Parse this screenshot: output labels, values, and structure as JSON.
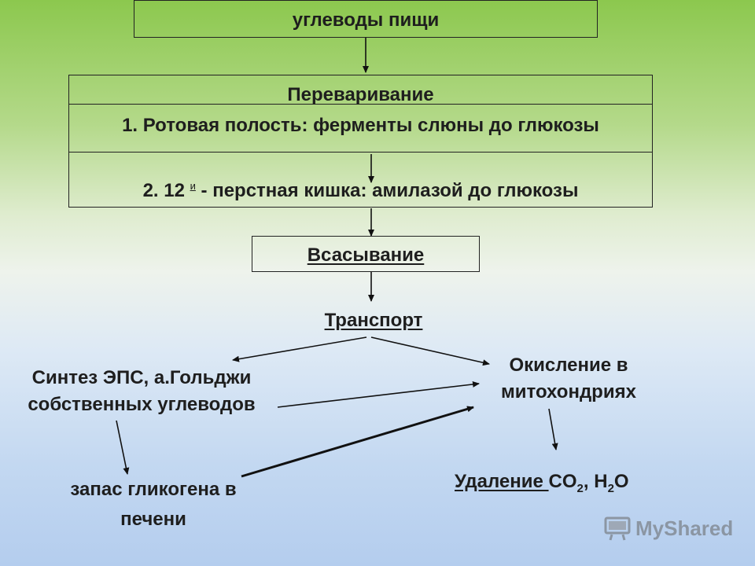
{
  "nodes": {
    "carbs": "углеводы пищи",
    "digestion_title": "Переваривание",
    "digestion_step1": "1. Ротовая полость: ферменты слюны до глюкозы",
    "digestion_step2_prefix": "2. 12 ",
    "digestion_step2_sup": "и",
    "digestion_step2_suffix": " - перстная кишка: амилазой до глюкозы",
    "absorption": "Всасывание",
    "transport": "Транспорт",
    "synthesis_line1": "Синтез ЭПС, а.Гольджи",
    "synthesis_line2": "собственных углеводов",
    "oxidation_line1": "Окисление в",
    "oxidation_line2": "митохондриях",
    "glycogen_line1": "запас гликогена в",
    "glycogen_line2": "печени",
    "removal_label": "Удаление ",
    "removal_co": "CO",
    "removal_co_sub": "2",
    "removal_sep": ", H",
    "removal_h_sub": "2",
    "removal_o": "O"
  },
  "watermark": "MyShared",
  "colors": {
    "line": "#111111",
    "box_border": "#222222"
  }
}
